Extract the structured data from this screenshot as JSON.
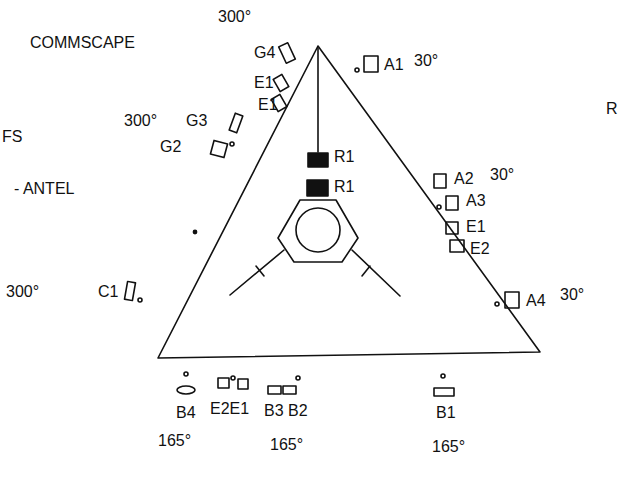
{
  "diagram": {
    "labels": [
      "COMMSCAPE",
      "300°",
      "G4",
      "E1",
      "E1",
      "300°",
      "G3",
      "G2",
      "FS",
      "- ANTEL",
      "300°",
      "C1",
      "A1",
      "30°",
      "R1",
      "R1",
      "A2",
      "30°",
      "A3",
      "E1",
      "E2",
      "A4",
      "30°",
      "B4",
      "E2E1",
      "B3",
      "B2",
      "165°",
      "165°",
      "B1",
      "165°",
      "R"
    ]
  }
}
